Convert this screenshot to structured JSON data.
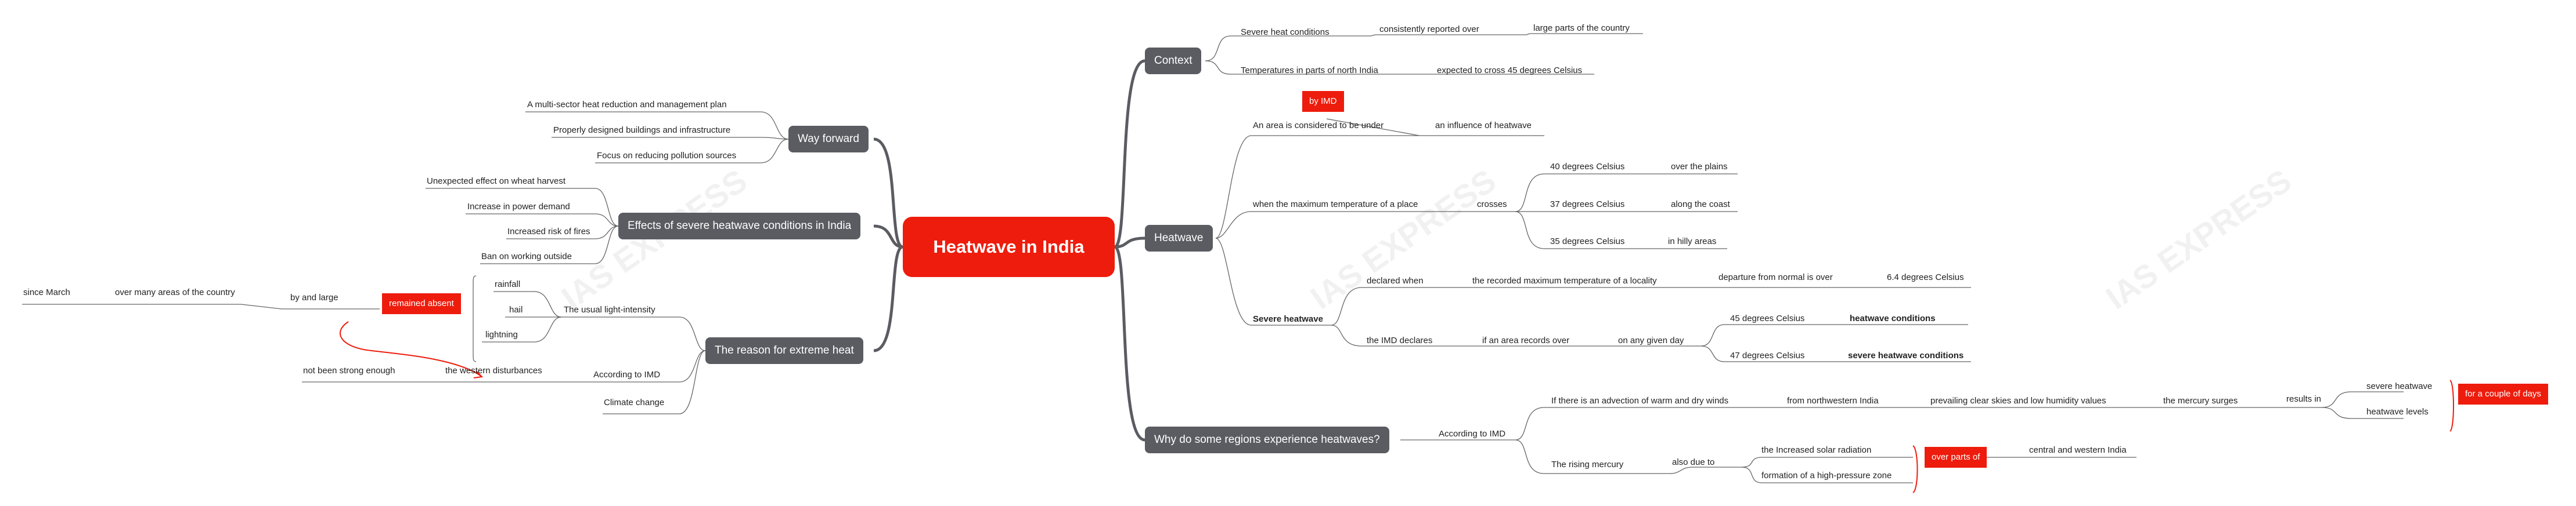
{
  "root": "Heatwave in India",
  "watermark": "IAS EXPRESS",
  "context": {
    "label": "Context",
    "severe_heat": "Severe heat conditions",
    "consistently": "consistently reported over",
    "large_parts": "large parts of the country",
    "temperatures": "Temperatures in parts of north India",
    "expected": "expected to cross 45 degrees Celsius"
  },
  "heatwave": {
    "label": "Heatwave",
    "by_imd": "by IMD",
    "considered": "An area is considered to be under",
    "influence": "an influence of heatwave",
    "when_max": "when the maximum temperature of a place",
    "crosses": "crosses",
    "c40": "40 degrees Celsius",
    "plains": "over the plains",
    "c37": "37 degrees Celsius",
    "coast": "along the coast",
    "c35": "35 degrees Celsius",
    "hilly": "in hilly areas",
    "severe": "Severe heatwave",
    "declared": "declared when",
    "recorded": "the recorded maximum temperature of a locality",
    "departure": "departure from normal is over",
    "c64": "6.4 degrees Celsius",
    "imd_declares": "the IMD declares",
    "if_area": "if an area records over",
    "any_day": "on any given day",
    "c45": "45 degrees Celsius",
    "hw_cond": "heatwave conditions",
    "c47": "47 degrees Celsius",
    "shw_cond": "severe heatwave conditions"
  },
  "why": {
    "label": "Why do some regions experience heatwaves?",
    "according": "According to IMD",
    "advection": "If there is an advection of warm and dry winds",
    "northwestern": "from northwestern India",
    "prevailing": "prevailing clear skies and low humidity values",
    "surges": "the mercury surges",
    "results": "results in",
    "severe_heatwave": "severe heatwave",
    "heatwave_levels": "heatwave levels",
    "couple": "for a couple of days",
    "rising": "The rising mercury",
    "also_due": "also due to",
    "solar": "the Increased solar radiation",
    "pressure": "formation of a high-pressure zone",
    "over_parts": "over parts of",
    "central": "central and western India"
  },
  "way_forward": {
    "label": "Way forward",
    "items": [
      "A multi-sector heat reduction and management plan",
      "Properly designed buildings and infrastructure",
      "Focus on reducing pollution sources"
    ]
  },
  "effects": {
    "label": "Effects of severe heatwave conditions in India",
    "items": [
      "Unexpected effect on wheat harvest",
      "Increase in power demand",
      "Increased risk of fires",
      "Ban on working outside"
    ]
  },
  "reason": {
    "label": "The reason for extreme heat",
    "usual": "The usual light-intensity",
    "rainfall": "rainfall",
    "hail": "hail",
    "lightning": "lightning",
    "absent": "remained absent",
    "by_large": "by and large",
    "over_many": "over many areas of the country",
    "since_march": "since March",
    "according": "According to IMD",
    "western": "the western disturbances",
    "not_strong": "not been strong enough",
    "climate": "Climate change"
  }
}
